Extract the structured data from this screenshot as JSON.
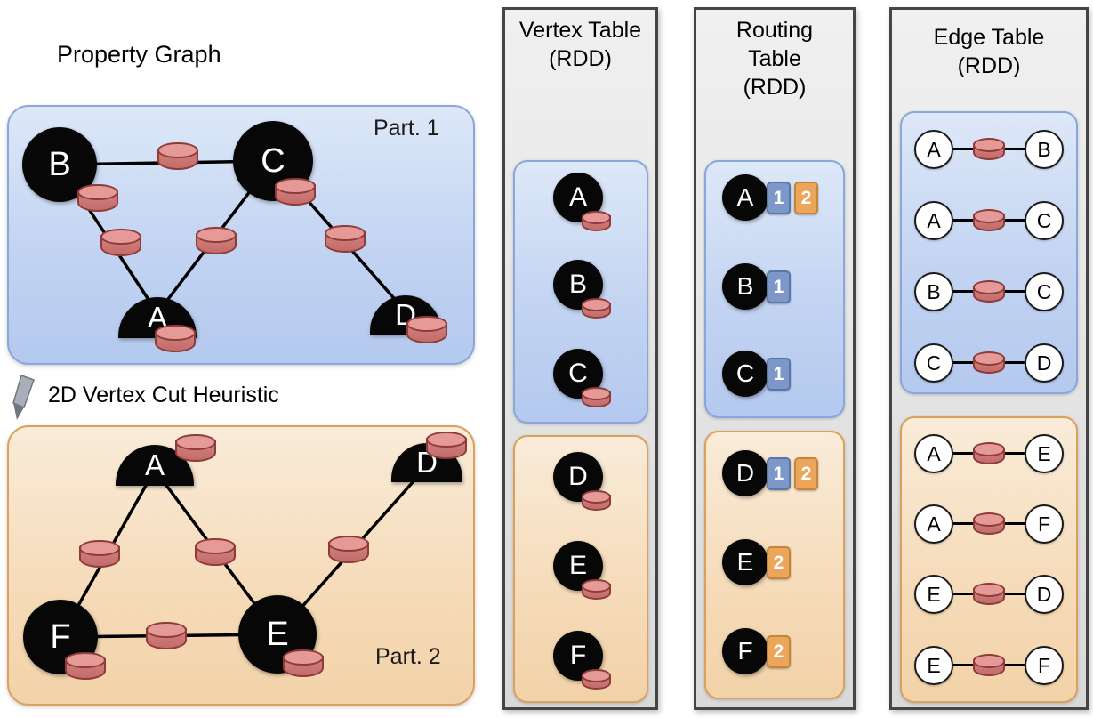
{
  "titles": {
    "property_graph": "Property Graph",
    "cut_heuristic": "2D Vertex Cut Heuristic",
    "part1": "Part. 1",
    "part2": "Part. 2"
  },
  "graph": {
    "part1": {
      "vertices": [
        "B",
        "C",
        "A",
        "D"
      ],
      "edges": [
        {
          "src": "B",
          "dst": "C"
        },
        {
          "src": "B",
          "dst": "A"
        },
        {
          "src": "C",
          "dst": "A"
        },
        {
          "src": "C",
          "dst": "D"
        }
      ]
    },
    "part2": {
      "vertices": [
        "A",
        "D",
        "F",
        "E"
      ],
      "edges": [
        {
          "src": "A",
          "dst": "F"
        },
        {
          "src": "A",
          "dst": "E"
        },
        {
          "src": "E",
          "dst": "D"
        },
        {
          "src": "F",
          "dst": "E"
        }
      ]
    }
  },
  "vertex_table": {
    "title": [
      "Vertex Table",
      "(RDD)"
    ],
    "part1_rows": [
      "A",
      "B",
      "C"
    ],
    "part2_rows": [
      "D",
      "E",
      "F"
    ]
  },
  "routing_table": {
    "title": [
      "Routing",
      "Table",
      "(RDD)"
    ],
    "part1_rows": [
      {
        "vertex": "A",
        "partitions": [
          "1",
          "2"
        ]
      },
      {
        "vertex": "B",
        "partitions": [
          "1"
        ]
      },
      {
        "vertex": "C",
        "partitions": [
          "1"
        ]
      }
    ],
    "part2_rows": [
      {
        "vertex": "D",
        "partitions": [
          "1",
          "2"
        ]
      },
      {
        "vertex": "E",
        "partitions": [
          "2"
        ]
      },
      {
        "vertex": "F",
        "partitions": [
          "2"
        ]
      }
    ]
  },
  "edge_table": {
    "title": [
      "Edge Table",
      "(RDD)"
    ],
    "part1_rows": [
      {
        "src": "A",
        "dst": "B"
      },
      {
        "src": "A",
        "dst": "C"
      },
      {
        "src": "B",
        "dst": "C"
      },
      {
        "src": "C",
        "dst": "D"
      }
    ],
    "part2_rows": [
      {
        "src": "A",
        "dst": "E"
      },
      {
        "src": "A",
        "dst": "F"
      },
      {
        "src": "E",
        "dst": "D"
      },
      {
        "src": "E",
        "dst": "F"
      }
    ]
  },
  "colors": {
    "partition1_fill": "#c3d4f2",
    "partition1_border": "#89a7d8",
    "partition2_fill": "#f6dcbb",
    "partition2_border": "#dba15c",
    "table_fill": "#e3e3e3",
    "table_border": "#454545",
    "vertex_fill": "#070707",
    "cylinder_fill": "#d5827f",
    "cylinder_border": "#8e3b3a",
    "partition1_badge": "#7d98c8",
    "partition2_badge": "#eba65b"
  }
}
